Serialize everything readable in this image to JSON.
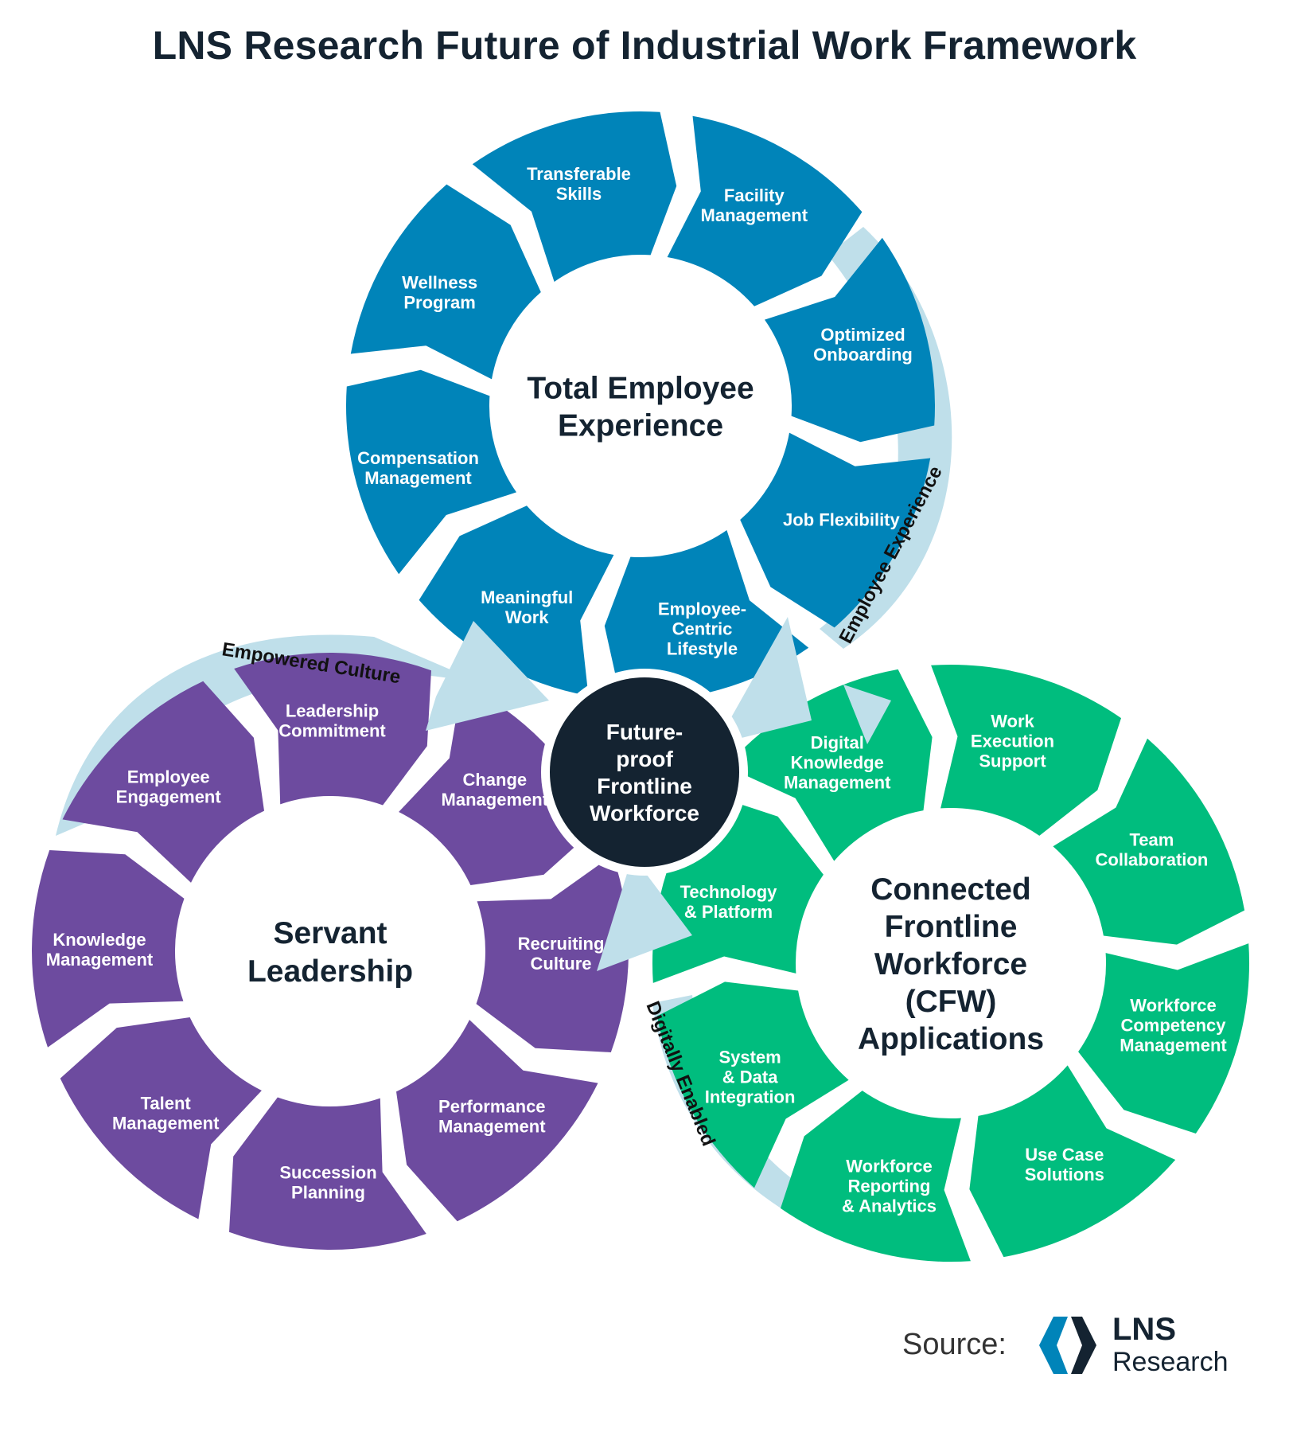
{
  "title": "LNS Research Future of Industrial Work Framework",
  "colors": {
    "blue": "#0084b9",
    "purple": "#6d4b9f",
    "green": "#00bd7e",
    "light_arrow": "#bfdfea",
    "center": "#142331",
    "text_dark": "#142331"
  },
  "center": {
    "lines": [
      "Future-",
      "proof",
      "Frontline",
      "Workforce"
    ]
  },
  "flow_labels": {
    "employee_experience": "Employee Experience",
    "empowered_culture": "Empowered Culture",
    "digitally_enabled": "Digitally Enabled"
  },
  "wheels": [
    {
      "id": "total-employee-experience",
      "color": "blue",
      "hub_lines": [
        "Total Employee",
        "Experience"
      ],
      "segments": [
        {
          "lines": [
            "Transferable",
            "Skills"
          ]
        },
        {
          "lines": [
            "Facility",
            "Management"
          ]
        },
        {
          "lines": [
            "Optimized",
            "Onboarding"
          ]
        },
        {
          "lines": [
            "Job Flexibility"
          ]
        },
        {
          "lines": [
            "Employee-",
            "Centric",
            "Lifestyle"
          ]
        },
        {
          "lines": [
            "Meaningful",
            "Work"
          ]
        },
        {
          "lines": [
            "Compensation",
            "Management"
          ]
        },
        {
          "lines": [
            "Wellness",
            "Program"
          ]
        }
      ]
    },
    {
      "id": "servant-leadership",
      "color": "purple",
      "hub_lines": [
        "Servant",
        "Leadership"
      ],
      "segments": [
        {
          "lines": [
            "Leadership",
            "Commitment"
          ]
        },
        {
          "lines": [
            "Change",
            "Management"
          ]
        },
        {
          "lines": [
            "Recruiting",
            "Culture"
          ]
        },
        {
          "lines": [
            "Performance",
            "Management"
          ]
        },
        {
          "lines": [
            "Succession",
            "Planning"
          ]
        },
        {
          "lines": [
            "Talent",
            "Management"
          ]
        },
        {
          "lines": [
            "Knowledge",
            "Management"
          ]
        },
        {
          "lines": [
            "Employee",
            "Engagement"
          ]
        }
      ]
    },
    {
      "id": "connected-frontline-workforce",
      "color": "green",
      "hub_lines": [
        "Connected",
        "Frontline",
        "Workforce",
        "(CFW)",
        "Applications"
      ],
      "segments": [
        {
          "lines": [
            "Digital",
            "Knowledge",
            "Management"
          ]
        },
        {
          "lines": [
            "Work",
            "Execution",
            "Support"
          ]
        },
        {
          "lines": [
            "Team",
            "Collaboration"
          ]
        },
        {
          "lines": [
            "Workforce",
            "Competency",
            "Management"
          ]
        },
        {
          "lines": [
            "Use Case",
            "Solutions"
          ]
        },
        {
          "lines": [
            "Workforce",
            "Reporting",
            "& Analytics"
          ]
        },
        {
          "lines": [
            "System",
            "& Data",
            "Integration"
          ]
        },
        {
          "lines": [
            "Technology",
            "& Platform"
          ]
        }
      ]
    }
  ],
  "source": {
    "label": "Source:",
    "logo_icon": "lns-hexagon-logo-icon",
    "logo_line1": "LNS",
    "logo_line2": "Research"
  }
}
